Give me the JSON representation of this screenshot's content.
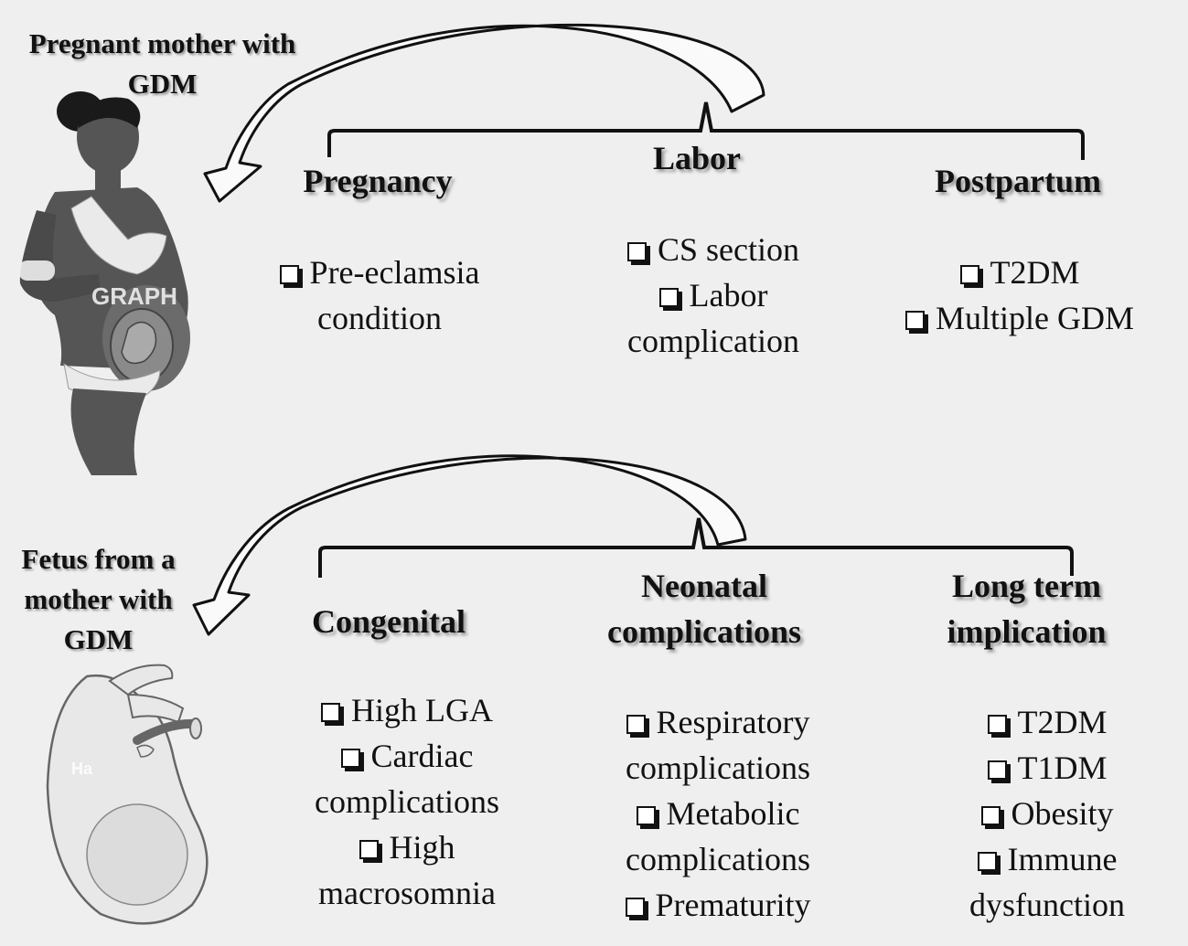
{
  "mother": {
    "title_line1": "Pregnant mother with",
    "title_line2": "GDM"
  },
  "fetus": {
    "title_line1": "Fetus from a",
    "title_line2": "mother with",
    "title_line3": "GDM"
  },
  "maternal": {
    "labor": {
      "heading": "Labor",
      "items": [
        {
          "line1": "CS section",
          "line2": ""
        },
        {
          "line1": "Labor",
          "line2": "complication"
        }
      ]
    },
    "pregnancy": {
      "heading": "Pregnancy",
      "items": [
        {
          "line1": "Pre-eclamsia",
          "line2": "condition"
        }
      ]
    },
    "postpartum": {
      "heading": "Postpartum",
      "items": [
        {
          "line1": "T2DM",
          "line2": ""
        },
        {
          "line1": "Multiple GDM",
          "line2": ""
        }
      ]
    }
  },
  "fetal": {
    "congenital": {
      "heading": "Congenital",
      "items": [
        {
          "line1": "High LGA",
          "line2": ""
        },
        {
          "line1": "Cardiac",
          "line2": "complications"
        },
        {
          "line1": "High",
          "line2": "macrosomnia"
        }
      ]
    },
    "neonatal": {
      "heading_line1": "Neonatal",
      "heading_line2": "complications",
      "items": [
        {
          "line1": "Respiratory",
          "line2": "complications"
        },
        {
          "line1": "Metabolic",
          "line2": "complications"
        },
        {
          "line1": "Prematurity",
          "line2": ""
        }
      ]
    },
    "longterm": {
      "heading_line1": "Long term",
      "heading_line2": "implication",
      "items": [
        {
          "line1": "T2DM",
          "line2": ""
        },
        {
          "line1": "T1DM",
          "line2": ""
        },
        {
          "line1": "Obesity",
          "line2": ""
        },
        {
          "line1": "Immune",
          "line2": "dysfunction"
        }
      ]
    }
  },
  "colors": {
    "background": "#efefef",
    "ink": "#111111",
    "figure_light": "#e8e8e8",
    "figure_mid": "#bdbdbd",
    "figure_dark": "#555555"
  }
}
